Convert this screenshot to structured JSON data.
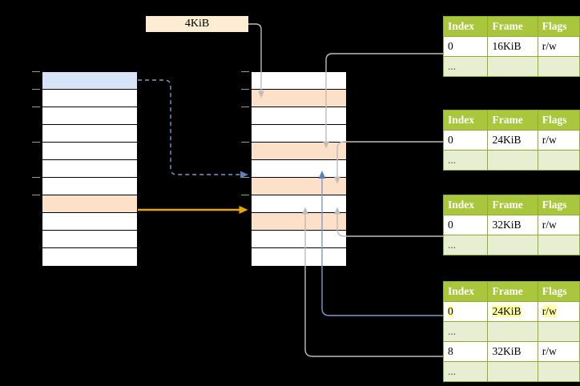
{
  "diagram": {
    "title_label": "4KiB",
    "colors": {
      "table_header_green": "#aac63c",
      "table_border_green": "#8fae2e",
      "dots_row_bg": "#e8eed2",
      "highlight_yellow": "#ffffa0",
      "cell_blue": "#d7e4f7",
      "cell_peach": "#fde0c8",
      "label_bg": "#fdedd3",
      "orange_arrow": "#e8a602",
      "blue_arrow": "#6a8fc4",
      "grey_arrow": "#bdbdbd"
    }
  },
  "virtual_column": {
    "name": "virtual-address-space",
    "cell_count": 11,
    "cells": [
      {
        "index": 0,
        "state": "blue"
      },
      {
        "index": 1,
        "state": "plain"
      },
      {
        "index": 2,
        "state": "plain"
      },
      {
        "index": 3,
        "state": "plain"
      },
      {
        "index": 4,
        "state": "plain"
      },
      {
        "index": 5,
        "state": "plain"
      },
      {
        "index": 6,
        "state": "plain"
      },
      {
        "index": 7,
        "state": "peach"
      },
      {
        "index": 8,
        "state": "plain"
      },
      {
        "index": 9,
        "state": "plain"
      },
      {
        "index": 10,
        "state": "plain"
      }
    ]
  },
  "physical_column": {
    "name": "physical-memory",
    "cell_count": 11,
    "cells": [
      {
        "index": 0,
        "state": "plain"
      },
      {
        "index": 1,
        "state": "peach"
      },
      {
        "index": 2,
        "state": "plain"
      },
      {
        "index": 3,
        "state": "plain"
      },
      {
        "index": 4,
        "state": "peach"
      },
      {
        "index": 5,
        "state": "plain"
      },
      {
        "index": 6,
        "state": "peach"
      },
      {
        "index": 7,
        "state": "plain"
      },
      {
        "index": 8,
        "state": "peach"
      },
      {
        "index": 9,
        "state": "plain"
      },
      {
        "index": 10,
        "state": "plain"
      }
    ]
  },
  "tables": [
    {
      "name": "page-table-1",
      "headers": [
        "Index",
        "Frame",
        "Flags"
      ],
      "rows": [
        {
          "kind": "data",
          "cells": [
            "0",
            "16KiB",
            "r/w"
          ],
          "highlight": false
        },
        {
          "kind": "dots",
          "cells": [
            "...",
            "",
            ""
          ],
          "highlight": false
        }
      ]
    },
    {
      "name": "page-table-2",
      "headers": [
        "Index",
        "Frame",
        "Flags"
      ],
      "rows": [
        {
          "kind": "data",
          "cells": [
            "0",
            "24KiB",
            "r/w"
          ],
          "highlight": false
        },
        {
          "kind": "dots",
          "cells": [
            "...",
            "",
            ""
          ],
          "highlight": false
        }
      ]
    },
    {
      "name": "page-table-3",
      "headers": [
        "Index",
        "Frame",
        "Flags"
      ],
      "rows": [
        {
          "kind": "data",
          "cells": [
            "0",
            "32KiB",
            "r/w"
          ],
          "highlight": false
        },
        {
          "kind": "dots",
          "cells": [
            "...",
            "",
            ""
          ],
          "highlight": false
        }
      ]
    },
    {
      "name": "page-table-4",
      "headers": [
        "Index",
        "Frame",
        "Flags"
      ],
      "rows": [
        {
          "kind": "data",
          "cells": [
            "0",
            "24KiB",
            "r/w"
          ],
          "highlight": true
        },
        {
          "kind": "dots",
          "cells": [
            "...",
            "",
            ""
          ],
          "highlight": false
        },
        {
          "kind": "data",
          "cells": [
            "8",
            "32KiB",
            "r/w"
          ],
          "highlight": false
        },
        {
          "kind": "dots",
          "cells": [
            "...",
            "",
            ""
          ],
          "highlight": false
        }
      ]
    }
  ]
}
